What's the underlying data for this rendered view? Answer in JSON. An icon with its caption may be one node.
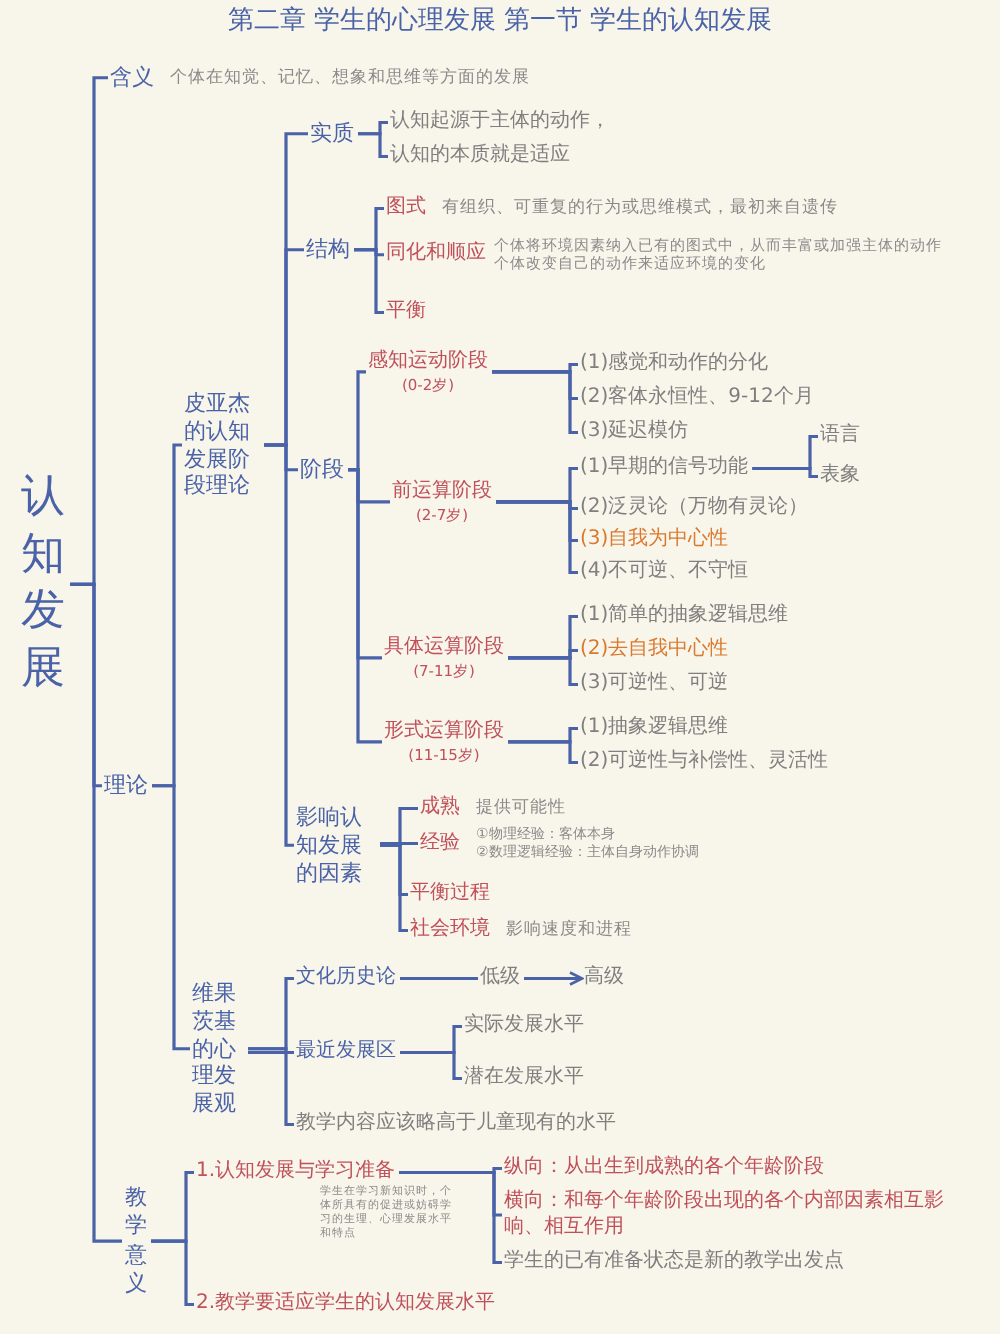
{
  "diagram": {
    "title": "第二章 学生的心理发展 第一节 学生的认知发展",
    "nodes": [
      {
        "text": [
          "认知发展"
        ]
      },
      {
        "text": [
          "含义"
        ],
        "beside": [
          "个体在知觉、记忆、想象和思维等方面的发展"
        ]
      },
      {
        "text": [
          "理论"
        ]
      },
      {
        "text": [
          "皮亚杰的认知发展阶段理论"
        ]
      },
      {
        "text": [
          "实质"
        ]
      },
      {
        "text": [
          "认知起源于主体的动作，"
        ]
      },
      {
        "text": [
          "认知的本质就是适应"
        ]
      },
      {
        "text": [
          "结构"
        ]
      },
      {
        "text": [
          "图式"
        ],
        "beside": [
          "有组织、可重复的行为或思维模式，最初来自遗传"
        ]
      },
      {
        "text": [
          "同化和顺应"
        ],
        "beside": [
          "个体将环境因素纳入已有的图式中，从而丰富或加强主体的动作",
          "个体改变自己的动作来适应环境的变化"
        ]
      },
      {
        "text": [
          "平衡"
        ]
      },
      {
        "text": [
          "阶段"
        ]
      },
      {
        "text": [
          "感知运动阶段",
          "(0-2岁)"
        ]
      },
      {
        "text": [
          "(1)感觉和动作的分化"
        ]
      },
      {
        "text": [
          "(2)客体永恒性、9-12个月"
        ]
      },
      {
        "text": [
          "(3)延迟模仿"
        ]
      },
      {
        "text": [
          "前运算阶段",
          "(2-7岁)"
        ]
      },
      {
        "text": [
          "(1)早期的信号功能"
        ]
      },
      {
        "text": [
          "语言"
        ]
      },
      {
        "text": [
          "表象"
        ]
      },
      {
        "text": [
          "(2)泛灵论（万物有灵论）"
        ]
      },
      {
        "text": [
          "(3)自我为中心性"
        ]
      },
      {
        "text": [
          "(4)不可逆、不守恒"
        ]
      },
      {
        "text": [
          "具体运算阶段",
          "(7-11岁)"
        ]
      },
      {
        "text": [
          "(1)简单的抽象逻辑思维"
        ]
      },
      {
        "text": [
          "(2)去自我中心性"
        ]
      },
      {
        "text": [
          "(3)可逆性、可逆"
        ]
      },
      {
        "text": [
          "形式运算阶段",
          "(11-15岁)"
        ]
      },
      {
        "text": [
          "(1)抽象逻辑思维"
        ]
      },
      {
        "text": [
          "(2)可逆性与补偿性、灵活性"
        ]
      },
      {
        "text": [
          "影响认知发展的因素"
        ]
      },
      {
        "text": [
          "成熟"
        ],
        "beside": [
          "提供可能性"
        ]
      },
      {
        "text": [
          "经验"
        ],
        "beside": [
          "①物理经验：客体本身",
          "②数理逻辑经验：主体自身动作协调"
        ]
      },
      {
        "text": [
          "平衡过程"
        ]
      },
      {
        "text": [
          "社会环境"
        ],
        "beside": [
          "影响速度和进程"
        ]
      },
      {
        "text": [
          "维果茨基的心理发展观"
        ]
      },
      {
        "text": [
          "文化历史论"
        ]
      },
      {
        "text": [
          "低级"
        ]
      },
      {
        "text": [
          "高级"
        ]
      },
      {
        "text": [
          "最近发展区"
        ]
      },
      {
        "text": [
          "实际发展水平"
        ]
      },
      {
        "text": [
          "潜在发展水平"
        ]
      },
      {
        "text": [
          "教学内容应该略高于儿童现有的水平"
        ]
      },
      {
        "text": [
          "教学意义"
        ]
      },
      {
        "text": [
          "1.认知发展与学习准备"
        ],
        "beside": [
          "学生在学习新知识时，个体所具有的促进或妨碍学习的生理、心理发展水平和特点"
        ]
      },
      {
        "text": [
          "纵向：从出生到成熟的各个年龄阶段"
        ]
      },
      {
        "text": [
          "横向：和每个年龄阶段出现的各个内部因素相互影响、相互作用"
        ]
      },
      {
        "text": [
          "学生的已有准备状态是新的教学出发点"
        ]
      },
      {
        "text": [
          "2.教学要适应学生的认知发展水平"
        ]
      }
    ],
    "edges": [
      {
        "from": 0,
        "to": 1,
        "arrow": "none"
      },
      {
        "from": 0,
        "to": 2,
        "arrow": "none"
      },
      {
        "from": 0,
        "to": 43,
        "arrow": "none"
      },
      {
        "from": 2,
        "to": 3,
        "arrow": "none"
      },
      {
        "from": 2,
        "to": 35,
        "arrow": "none"
      },
      {
        "from": 3,
        "to": 4,
        "arrow": "none"
      },
      {
        "from": 3,
        "to": 7,
        "arrow": "none"
      },
      {
        "from": 3,
        "to": 11,
        "arrow": "none"
      },
      {
        "from": 3,
        "to": 30,
        "arrow": "none"
      },
      {
        "from": 4,
        "to": 5,
        "arrow": "none"
      },
      {
        "from": 4,
        "to": 6,
        "arrow": "none"
      },
      {
        "from": 7,
        "to": 8,
        "arrow": "none"
      },
      {
        "from": 7,
        "to": 9,
        "arrow": "none"
      },
      {
        "from": 7,
        "to": 10,
        "arrow": "none"
      },
      {
        "from": 11,
        "to": 12,
        "arrow": "none"
      },
      {
        "from": 11,
        "to": 16,
        "arrow": "none"
      },
      {
        "from": 11,
        "to": 23,
        "arrow": "none"
      },
      {
        "from": 11,
        "to": 27,
        "arrow": "none"
      },
      {
        "from": 12,
        "to": 13,
        "arrow": "none"
      },
      {
        "from": 12,
        "to": 14,
        "arrow": "none"
      },
      {
        "from": 12,
        "to": 15,
        "arrow": "none"
      },
      {
        "from": 16,
        "to": 17,
        "arrow": "none"
      },
      {
        "from": 16,
        "to": 20,
        "arrow": "none"
      },
      {
        "from": 16,
        "to": 21,
        "arrow": "none"
      },
      {
        "from": 16,
        "to": 22,
        "arrow": "none"
      },
      {
        "from": 17,
        "to": 18,
        "arrow": "none"
      },
      {
        "from": 17,
        "to": 19,
        "arrow": "none"
      },
      {
        "from": 23,
        "to": 24,
        "arrow": "none"
      },
      {
        "from": 23,
        "to": 25,
        "arrow": "none"
      },
      {
        "from": 23,
        "to": 26,
        "arrow": "none"
      },
      {
        "from": 27,
        "to": 28,
        "arrow": "none"
      },
      {
        "from": 27,
        "to": 29,
        "arrow": "none"
      },
      {
        "from": 30,
        "to": 31,
        "arrow": "none"
      },
      {
        "from": 30,
        "to": 32,
        "arrow": "none"
      },
      {
        "from": 30,
        "to": 33,
        "arrow": "none"
      },
      {
        "from": 30,
        "to": 34,
        "arrow": "none"
      },
      {
        "from": 35,
        "to": 36,
        "arrow": "none"
      },
      {
        "from": 35,
        "to": 39,
        "arrow": "none"
      },
      {
        "from": 35,
        "to": 42,
        "arrow": "none"
      },
      {
        "from": 36,
        "to": 37,
        "arrow": "none"
      },
      {
        "from": 37,
        "to": 38,
        "arrow": "to"
      },
      {
        "from": 39,
        "to": 40,
        "arrow": "none"
      },
      {
        "from": 39,
        "to": 41,
        "arrow": "none"
      },
      {
        "from": 43,
        "to": 44,
        "arrow": "none"
      },
      {
        "from": 43,
        "to": 48,
        "arrow": "none"
      },
      {
        "from": 44,
        "to": 45,
        "arrow": "none"
      },
      {
        "from": 44,
        "to": 46,
        "arrow": "none"
      },
      {
        "from": 44,
        "to": 47,
        "arrow": "none"
      }
    ]
  }
}
